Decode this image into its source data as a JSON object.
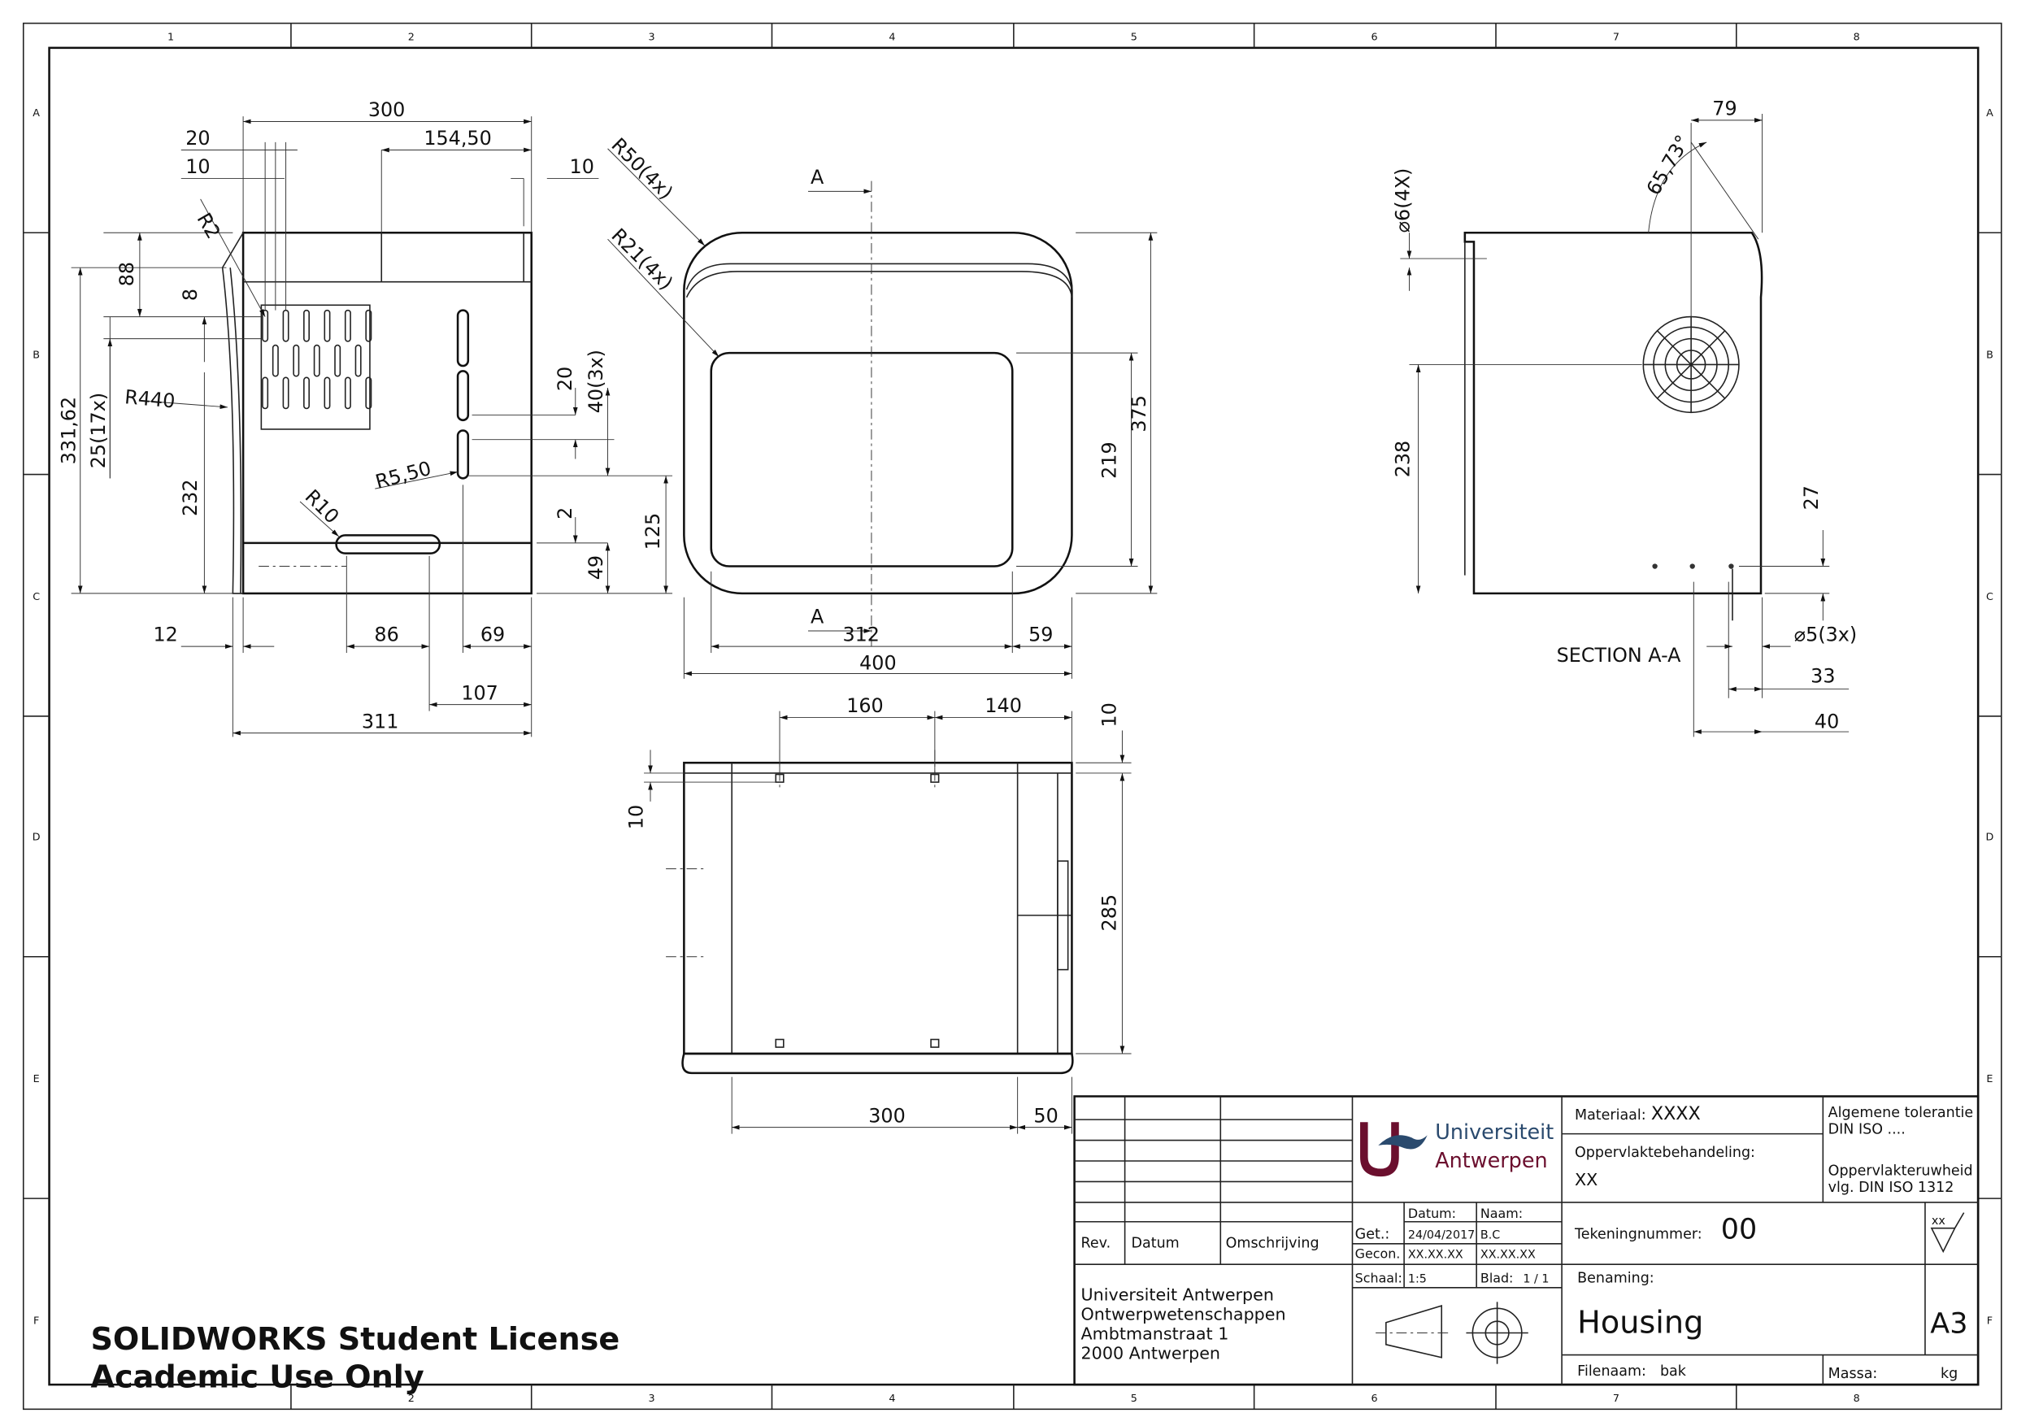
{
  "sheet": {
    "columns": [
      "1",
      "2",
      "3",
      "4",
      "5",
      "6",
      "7",
      "8"
    ],
    "rows": [
      "A",
      "B",
      "C",
      "D",
      "E",
      "F"
    ]
  },
  "front_view": {
    "dims": {
      "d300": "300",
      "d20": "20",
      "d10a": "10",
      "d154": "154,50",
      "d10b": "10",
      "r2": "R2",
      "d88": "88",
      "d8": "8",
      "d331": "331,62",
      "d25": "25(17x)",
      "r440": "R440",
      "d232": "232",
      "r550": "R5,50",
      "r10": "R10",
      "d20b": "20",
      "d40": "40(3x)",
      "d2": "2",
      "d49": "49",
      "d125": "125",
      "d12": "12",
      "d86": "86",
      "d69": "69",
      "d107": "107",
      "d311": "311"
    }
  },
  "middle_view": {
    "dims": {
      "r50": "R50(4x)",
      "r21": "R21(4x)",
      "secA_top": "A",
      "secA_bot": "A",
      "d312": "312",
      "d59": "59",
      "d400": "400",
      "d219": "219",
      "d375": "375"
    }
  },
  "section_view": {
    "label": "SECTION A-A",
    "dims": {
      "d79": "79",
      "ang": "65,73°",
      "dia6": "⌀6(4X)",
      "d238": "238",
      "d27": "27",
      "dia5": "⌀5(3x)",
      "d33": "33",
      "d40": "40"
    }
  },
  "bottom_view": {
    "dims": {
      "d160": "160",
      "d140": "140",
      "d10a": "10",
      "d10b": "10",
      "d285": "285",
      "d300": "300",
      "d50": "50"
    }
  },
  "title_block": {
    "rev_headers": {
      "rev": "Rev.",
      "datum": "Datum",
      "omschrijving": "Omschrijving"
    },
    "logo": {
      "line1": "Universiteit",
      "line2": "Antwerpen"
    },
    "materiaal_label": "Materiaal:",
    "materiaal_value": "XXXX",
    "oppervlakte_label": "Oppervlaktebehandeling:",
    "oppervlakte_value": "XX",
    "tolerantie_line1": "Algemene tolerantie",
    "tolerantie_line2": "DIN ISO ....",
    "ruwheid_line1": "Oppervlakteruwheid",
    "ruwheid_line2": "vlg. DIN ISO 1312",
    "datum_header": "Datum:",
    "naam_header": "Naam:",
    "get_label": "Get.:",
    "get_datum": "24/04/2017",
    "get_naam": "B.C",
    "gecon_label": "Gecon.",
    "gecon_datum": "XX.XX.XX",
    "gecon_naam": "XX.XX.XX",
    "schaal_label": "Schaal:",
    "schaal_value": "1:5",
    "blad_label": "Blad:",
    "blad_value": "1 / 1",
    "tekeningnummer_label": "Tekeningnummer:",
    "tekeningnummer_value": "00",
    "roughness_symbol": "xx",
    "address": [
      "Universiteit Antwerpen",
      "Ontwerpwetenschappen",
      "Ambtmanstraat 1",
      "2000 Antwerpen"
    ],
    "benaming_label": "Benaming:",
    "benaming_value": "Housing",
    "format": "A3",
    "filenaam_label": "Filenaam:",
    "filenaam_value": "bak",
    "massa_label": "Massa:",
    "massa_unit": "kg"
  },
  "watermark": {
    "line1": "SOLIDWORKS Student License",
    "line2": "Academic Use Only"
  },
  "colors": {
    "logo_maroon": "#6b0f2e",
    "logo_blue": "#2a4a6e"
  }
}
